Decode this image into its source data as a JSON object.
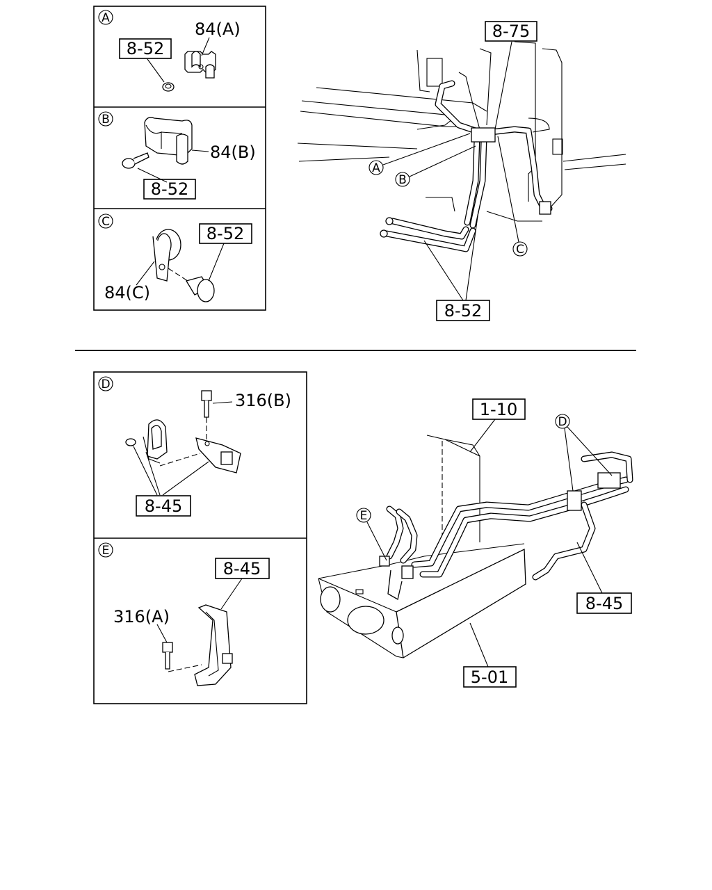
{
  "top_section": {
    "detail_a": {
      "marker": "A",
      "part_label": "84(A)",
      "ref_label": "8-52"
    },
    "detail_b": {
      "marker": "B",
      "part_label": "84(B)",
      "ref_label": "8-52"
    },
    "detail_c": {
      "marker": "C",
      "part_label": "84(C)",
      "ref_label": "8-52"
    },
    "main_view": {
      "ref_top": "8-75",
      "ref_bottom": "8-52",
      "marker_a": "A",
      "marker_b": "B",
      "marker_c": "C"
    }
  },
  "bottom_section": {
    "detail_d": {
      "marker": "D",
      "part_label": "316(B)",
      "ref_label": "8-45"
    },
    "detail_e": {
      "marker": "E",
      "part_label": "316(A)",
      "ref_label": "8-45"
    },
    "main_view": {
      "ref_top": "1-10",
      "ref_right": "8-45",
      "ref_bottom": "5-01",
      "marker_d": "D",
      "marker_e": "E"
    }
  }
}
